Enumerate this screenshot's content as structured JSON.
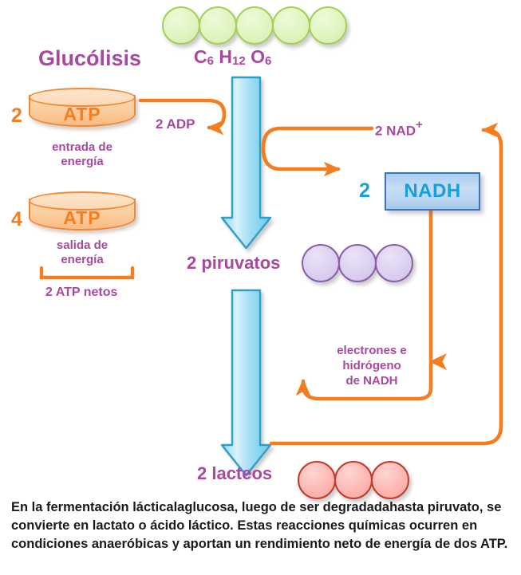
{
  "diagram": {
    "title": "Glucólisis",
    "glucose": {
      "formula_c": "C",
      "formula_c_sub": "6",
      "formula_h": "H",
      "formula_h_sub": "12",
      "formula_o": "O",
      "formula_o_sub": "6",
      "ball_count": 5,
      "color": "#d4eeb0"
    },
    "atp_in": {
      "count": "2",
      "label": "ATP",
      "caption_line1": "entrada de",
      "caption_line2": "energía",
      "color": "#f0883a"
    },
    "atp_out": {
      "count": "4",
      "label": "ATP",
      "caption_line1": "salida de",
      "caption_line2": "energía",
      "color": "#f0883a"
    },
    "net_atp": "2 ATP netos",
    "adp": "2 ADP",
    "nad_plus": {
      "text": "2 NAD",
      "superscript": "+"
    },
    "nadh": {
      "count": "2",
      "label": "NADH",
      "color": "#12a0de"
    },
    "pyruvate": {
      "label": "2 piruvatos",
      "ball_count": 3,
      "color": "#cfc0e7"
    },
    "lactate": {
      "label": "2 lacteos",
      "ball_count": 3,
      "color": "#f9a19b"
    },
    "electrons_note": {
      "line1": "electrones e",
      "line2": "hidrógeno",
      "line3": "de NADH"
    },
    "colors": {
      "purple_text": "#a8489f",
      "orange_arrow": "#f57d20",
      "blue_arrow": "#63c7ee",
      "blue_arrow_stroke": "#2f9fc9"
    }
  },
  "caption": {
    "line1": "En la fermentación lácticalaglucosa, luego de ser degradadahasta",
    "line2": "piruvato, se convierte en lactato o ácido láctico. Estas reacciones",
    "line3": "químicas ocurren en condiciones anaeróbicas y aportan un",
    "line4": "rendimiento neto de energía de dos ATP."
  }
}
